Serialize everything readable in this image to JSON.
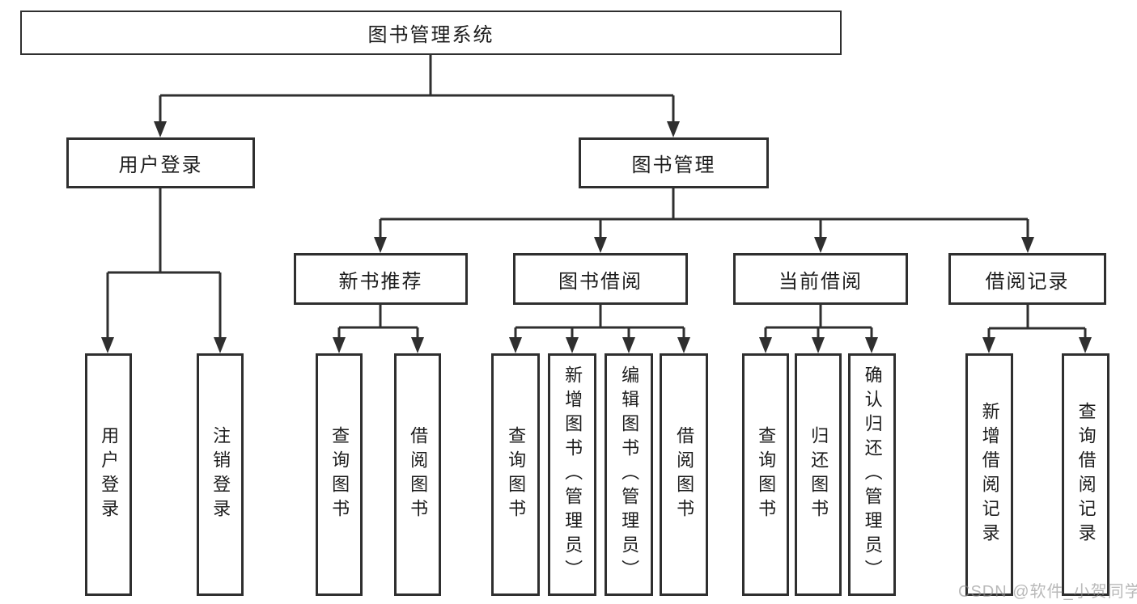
{
  "diagram": {
    "watermark": "CSDN @软件_小贺同学",
    "colors": {
      "background": "#ffffff",
      "line": "#2f2f2f",
      "box_border": "#2f2f2f",
      "text": "#1c1c1c",
      "watermark": "#8f8f8f"
    }
  },
  "tree": {
    "label": "图书管理系统",
    "children": [
      {
        "label": "用户登录",
        "children": [
          {
            "label": "用户登录"
          },
          {
            "label": "注销登录"
          }
        ]
      },
      {
        "label": "图书管理",
        "children": [
          {
            "label": "新书推荐",
            "children": [
              {
                "label": "查询图书"
              },
              {
                "label": "借阅图书"
              }
            ]
          },
          {
            "label": "图书借阅",
            "children": [
              {
                "label": "查询图书"
              },
              {
                "label": "新增图书（管理员）"
              },
              {
                "label": "编辑图书（管理员）"
              },
              {
                "label": "借阅图书"
              }
            ]
          },
          {
            "label": "当前借阅",
            "children": [
              {
                "label": "查询图书"
              },
              {
                "label": "归还图书"
              },
              {
                "label": "确认归还（管理员）"
              }
            ]
          },
          {
            "label": "借阅记录",
            "children": [
              {
                "label": "新增借阅记录"
              },
              {
                "label": "查询借阅记录"
              }
            ]
          }
        ]
      }
    ]
  }
}
